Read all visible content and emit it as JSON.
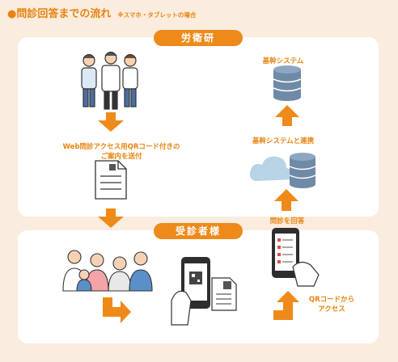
{
  "header": {
    "title": "●問診回答までの流れ",
    "note": "※スマホ・タブレットの場合"
  },
  "sections": {
    "top_label": "労衛研",
    "bottom_label": "受診者様"
  },
  "steps": {
    "send_line1": "Web問診アクセス用QRコード付きの",
    "send_line2": "ご案内を送付",
    "system": "基幹システム",
    "system_link": "基幹システムと連携",
    "answer": "問診を回答",
    "access_line1": "QRコードから",
    "access_line2": "アクセス"
  },
  "colors": {
    "accent": "#ee8a1a",
    "background": "#faecde",
    "panel": "#ffffff",
    "database": "#6e8aa6",
    "cloud": "#b8d2e6"
  },
  "icons": [
    "staff-group-icon",
    "document-icon",
    "database-icon",
    "cloud-icon",
    "family-group-icon",
    "phone-qr-icon",
    "phone-survey-icon",
    "arrow-icon"
  ]
}
